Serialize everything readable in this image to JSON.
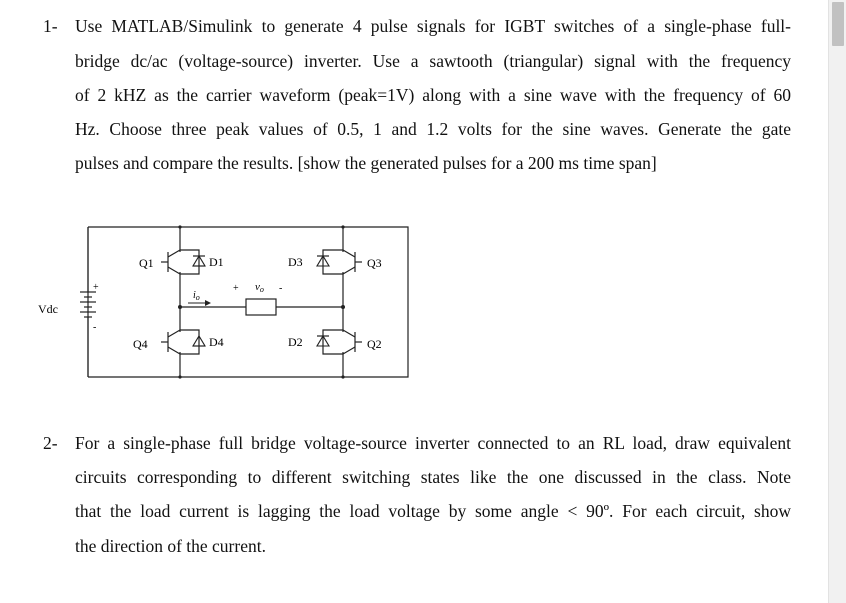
{
  "q1": {
    "number": "1-",
    "lines": [
      "Use MATLAB/Simulink to generate 4 pulse signals for IGBT switches of a single-phase full-",
      "bridge dc/ac (voltage-source) inverter. Use a sawtooth (triangular) signal with the frequency",
      "of 2 kHZ as the carrier waveform (peak=1V) along with a sine wave with the frequency of 60",
      "Hz. Choose three peak values of 0.5, 1 and 1.2 volts for the sine waves. Generate the gate",
      "pulses and compare the results. [show the generated pulses for a 200 ms time span]"
    ]
  },
  "circuit": {
    "vdc": "Vdc",
    "plus": "+",
    "minus": "-",
    "q1": "Q1",
    "q2": "Q2",
    "q3": "Q3",
    "q4": "Q4",
    "d1": "D1",
    "d2": "D2",
    "d3": "D3",
    "d4": "D4",
    "io": "i",
    "io_sub": "o",
    "vo_plus": "+",
    "vo": "v",
    "vo_sub": "o",
    "vo_minus": "-"
  },
  "q2": {
    "number": "2-",
    "lines": [
      "For a single-phase full bridge voltage-source inverter connected to an RL load, draw equivalent",
      "circuits corresponding to different switching states like the one discussed in the class. Note",
      "that the load current is lagging the load voltage by some angle < 90º. For each circuit, show",
      "the direction of the current."
    ]
  }
}
